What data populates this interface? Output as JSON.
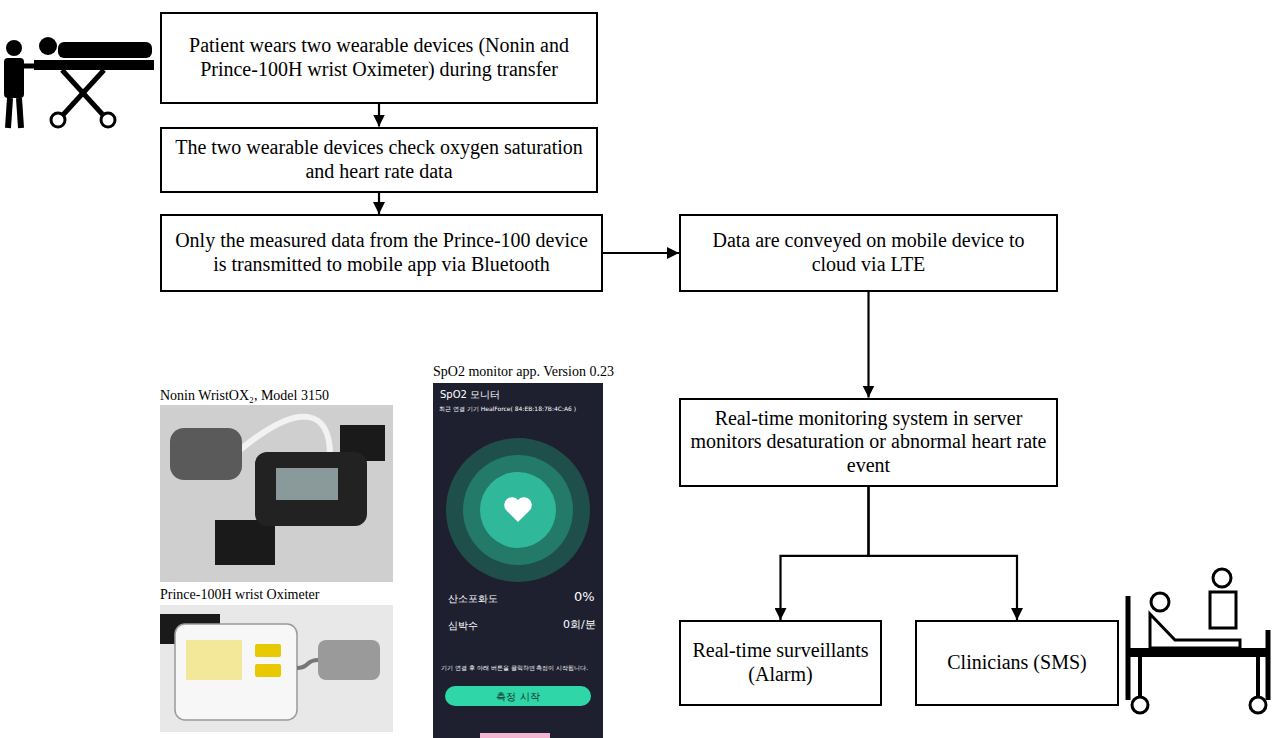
{
  "diagram": {
    "nodes": [
      {
        "text": [
          "Patient wears two wearable devices (Nonin and Prince-100H wrist Oximeter) during transfer"
        ]
      },
      {
        "text": [
          "The two wearable devices check oxygen saturation and heart rate data"
        ]
      },
      {
        "text": [
          "Only the measured data from the Prince-100 device is transmitted to mobile app via Bluetooth"
        ]
      },
      {
        "text": [
          "Data are conveyed on mobile device to cloud via LTE"
        ]
      },
      {
        "text": [
          "Real-time monitoring system in server monitors desaturation or abnormal heart rate event"
        ]
      },
      {
        "text": [
          "Real-time surveillants (Alarm)"
        ]
      },
      {
        "text": [
          "Clinicians (SMS)"
        ]
      }
    ],
    "edges": [
      {
        "from": 0,
        "to": 1,
        "arrow": "to"
      },
      {
        "from": 1,
        "to": 2,
        "arrow": "to"
      },
      {
        "from": 2,
        "to": 3,
        "arrow": "to"
      },
      {
        "from": 3,
        "to": 4,
        "arrow": "to"
      },
      {
        "from": 4,
        "to": 5,
        "arrow": "to"
      },
      {
        "from": 4,
        "to": 6,
        "arrow": "to"
      }
    ],
    "labels": [
      "Nonin WristOX₂, Model 3150",
      "Prince-100H wrist Oximeter",
      "SpO2 monitor app. Version 0.23",
      "SpO2 모니터",
      "최근 연결 기기 HealForce( 84:EB:18:7B:4C:A6 )",
      "산소포화도",
      "0%",
      "심박수",
      "0회/분",
      "기기 연결 후 아래 버튼을 클릭하면 측정이 시작됩니다.",
      "측정 시작"
    ]
  }
}
